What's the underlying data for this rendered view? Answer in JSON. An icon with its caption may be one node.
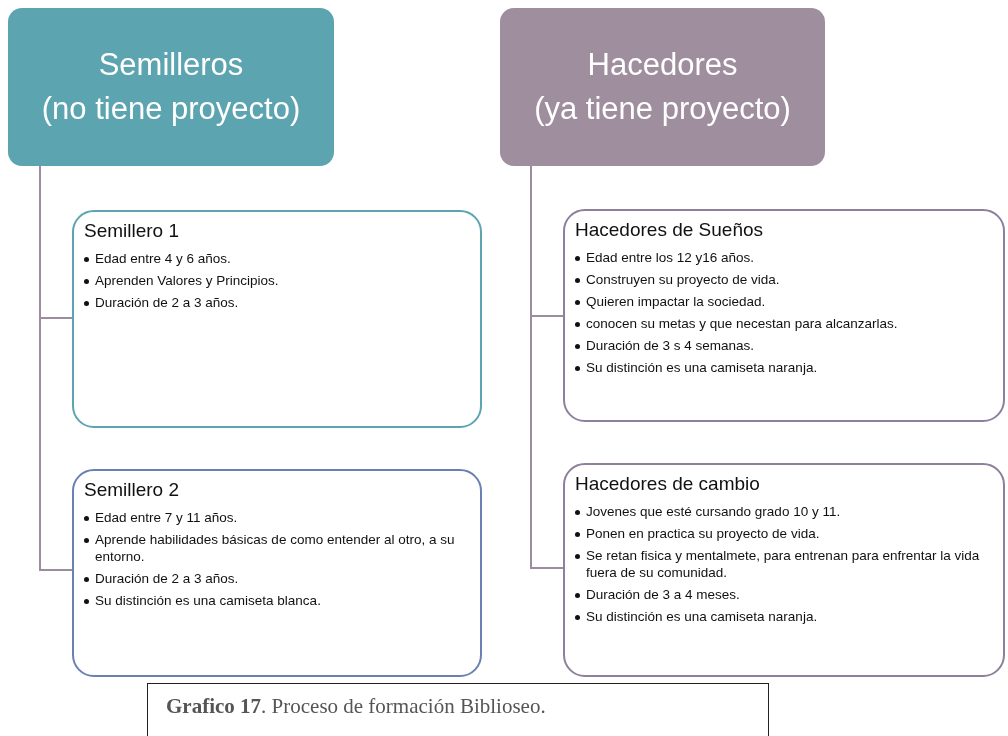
{
  "diagram": {
    "caption": "**Grafico 17**. Proceso de formación Biblioseo.",
    "nodes": [
      {
        "text": [
          "Semilleros",
          "(no tiene proyecto)"
        ]
      },
      {
        "text": [
          "Hacedores",
          "(ya tiene proyecto)"
        ]
      },
      {
        "text": [
          "Semillero 1",
          "Edad entre 4 y 6 años.",
          "Aprenden Valores y Principios.",
          "Duración de 2 a 3 años."
        ]
      },
      {
        "text": [
          "Hacedores de Sueños",
          "Edad entre los 12 y16 años.",
          "Construyen su proyecto de vida.",
          "Quieren impactar la sociedad.",
          "conocen su metas y que necestan para alcanzarlas.",
          "Duración de 3 s 4 semanas.",
          "Su distinción es una camiseta naranja."
        ]
      },
      {
        "text": [
          "Semillero 2",
          "Edad entre 7 y 11 años.",
          "Aprende habilidades básicas de como entender al otro, a su entorno.",
          "Duración de 2 a 3 años.",
          "Su distinción es una camiseta blanca."
        ]
      },
      {
        "text": [
          "Hacedores de cambio",
          "Jovenes que esté cursando grado 10 y 11.",
          "Ponen en practica su proyecto de vida.",
          "Se retan fisica y mentalmete, para entrenan para enfrentar la vida fuera de su comunidad.",
          "Duración de 3 a 4 meses.",
          "Su distinción es una camiseta naranja."
        ]
      }
    ],
    "edges": [
      {
        "from": 0,
        "to": 2,
        "arrow": "none"
      },
      {
        "from": 0,
        "to": 4,
        "arrow": "none"
      },
      {
        "from": 1,
        "to": 3,
        "arrow": "none"
      },
      {
        "from": 1,
        "to": 5,
        "arrow": "none"
      }
    ]
  }
}
